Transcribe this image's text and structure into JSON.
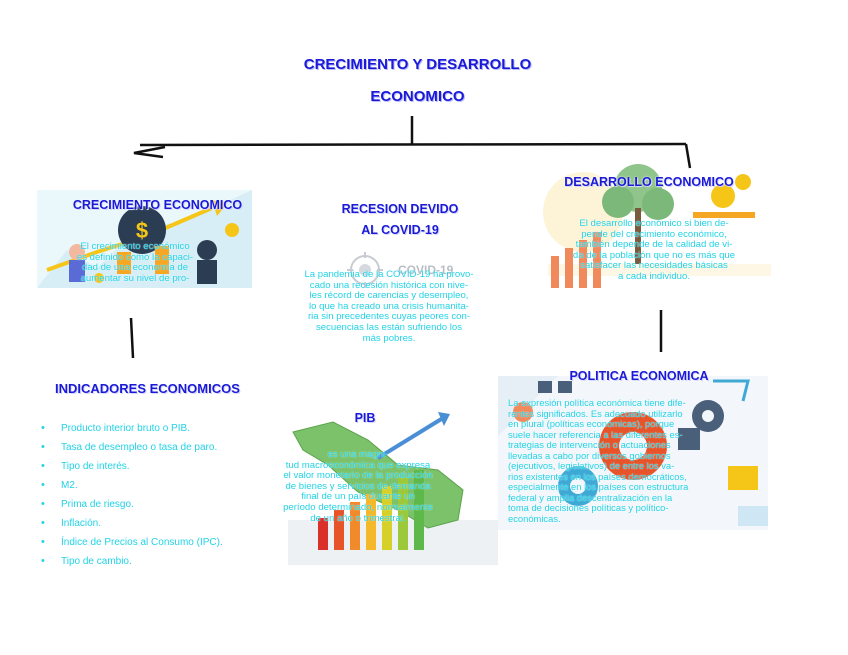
{
  "title": {
    "line1": "CRECIMIENTO Y DESARROLLO",
    "line2": "ECONOMICO"
  },
  "crecimiento": {
    "heading": "CRECIMIENTO ECONOMICO",
    "text_lines": [
      "El crecimiento económico",
      "es definido como la capaci-",
      "dad de una economía de",
      "aumentar su nivel de pro-"
    ]
  },
  "recesion": {
    "heading_line1": "RECESION DEVIDO",
    "heading_line2": "AL COVID-19",
    "image_text": "COVID-19",
    "text_lines": [
      "La pandemia de la COVID-19 ha provo-",
      "cado una recesión histórica con nive-",
      "les récord de carencias y desempleo,",
      "lo que ha creado una crisis humanita-",
      "ria sin precedentes cuyas peores con-",
      "secuencias las están sufriendo los",
      "más pobres."
    ]
  },
  "desarrollo": {
    "heading": "DESARROLLO ECONOMICO",
    "text_lines": [
      "El desarrollo económico si bien de-",
      "pende del crecimiento económico,",
      "también depende de la calidad de vi-",
      "da de la población que no es más que",
      "satisfacer las necesidades básicas",
      "a cada individuo."
    ]
  },
  "indicadores": {
    "heading": "INDICADORES ECONOMICOS",
    "items": [
      "Producto interior bruto o PIB.",
      "Tasa de desempleo o tasa de paro.",
      "Tipo de interés.",
      "M2.",
      "Prima de riesgo.",
      "Inflación.",
      "Índice de Precios al Consumo (IPC).",
      "Tipo de cambio."
    ]
  },
  "pib": {
    "heading": "PIB",
    "text_lines": [
      "es una magni-",
      "tud macroeconómica que expresa",
      "el valor monetario de la producción",
      "de bienes y servicios de demanda",
      "final de un país durante un",
      "período determinado, normalmente",
      "de un año o trimestral."
    ]
  },
  "politica": {
    "heading": "POLITICA ECONOMICA",
    "text_lines": [
      "La expresión política económica tiene dife-",
      "rentes significados. Es adecuado utilizarlo",
      "en plural (políticas económicas), porque",
      "suele hacer referencia a las diferentes es-",
      "trategias de intervención o actuaciones",
      "llevadas a cabo por diversos gobiernos",
      "(ejecutivos, legislativos) de entre los va-",
      "rios existentes en los países democráticos,",
      "especialmente en los países con estructura",
      "federal y amplia descentralización en la",
      "toma de decisiones políticas y político-",
      "económicas."
    ]
  }
}
